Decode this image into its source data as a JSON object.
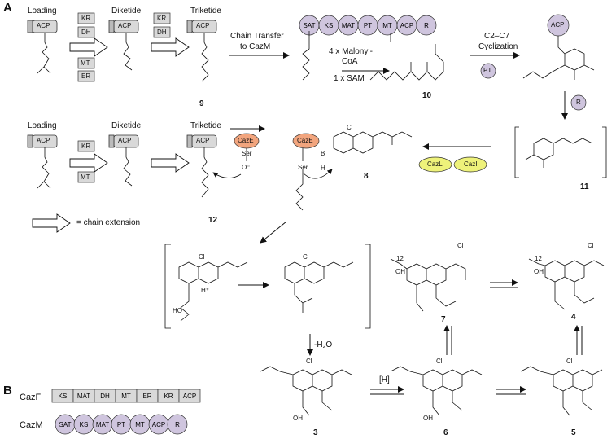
{
  "panels": {
    "a": "A",
    "b": "B"
  },
  "row1": {
    "loading": "Loading",
    "diketide": "Diketide",
    "triketide": "Triketide",
    "domain_acp": "ACP",
    "tag1": "KR",
    "tag2": "DH",
    "tag3": "MT",
    "tag4": "ER",
    "tag5": "KR",
    "tag6": "DH",
    "chain_transfer_1": "Chain Transfer",
    "chain_transfer_2": "to CazM",
    "reagent1": "4 x Malonyl-",
    "reagent2": "CoA",
    "reagent3": "1 x SAM",
    "cyclization_1": "C2–C7",
    "cyclization_2": "Cyclization",
    "pt": "PT",
    "r": "R",
    "compound9": "9",
    "compound10": "10",
    "compound11": "11",
    "cazm_domains": [
      "SAT",
      "KS",
      "MAT",
      "PT",
      "MT",
      "ACP",
      "R"
    ]
  },
  "row2": {
    "loading": "Loading",
    "diketide": "Diketide",
    "triketide": "Triketide",
    "tag1": "KR",
    "tag2": "MT",
    "caze": "CazE",
    "ser": "Ser",
    "o_minus": "O⁻",
    "b": "B",
    "h": "H",
    "cl": "Cl",
    "cazl": "CazL",
    "cazi": "CazI",
    "compound8": "8",
    "compound12": "12",
    "legend": "= chain extension"
  },
  "row3": {
    "h_plus": "H⁺",
    "ho": "HO",
    "minus_h2o": "-H₂O",
    "h_bracket": "[H]",
    "compound3": "3",
    "compound4": "4",
    "compound5": "5",
    "compound6": "6",
    "compound7": "7",
    "label12": "12",
    "oh": "OH"
  },
  "panel_b": {
    "cazf_label": "CazF",
    "cazm_label": "CazM",
    "cazf_domains": [
      "KS",
      "MAT",
      "DH",
      "MT",
      "ER",
      "KR",
      "ACP"
    ],
    "cazm_domains": [
      "SAT",
      "KS",
      "MAT",
      "PT",
      "MT",
      "ACP",
      "R"
    ]
  },
  "colors": {
    "purple": "#cfc5de",
    "gray": "#d9d9d9",
    "orange": "#f2a57e",
    "yellow": "#eef27a"
  }
}
